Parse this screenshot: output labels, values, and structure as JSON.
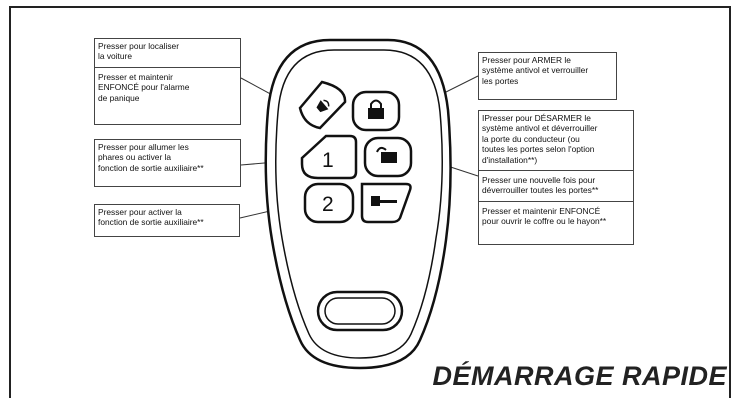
{
  "callouts": {
    "locate": {
      "line1": "Presser pour localiser\nla voiture",
      "line2": "Presser et maintenir\nENFONCÉ pour l'alarme\nde panique"
    },
    "lights": "Presser pour allumer les\nphares ou activer la\nfonction de sortie auxiliaire**",
    "aux": "Presser pour activer la\nfonction de sortie auxiliaire**",
    "arm": "Presser pour ARMER le\nsystème antivol et verrouiller\nles portes",
    "disarm": {
      "line1": "IPresser pour DÉSARMER le\nsystème antivol et déverrouiller\nla porte du conducteur (ou\ntoutes les portes selon l'option\nd'installation**)",
      "line2": "Presser une nouvelle fois pour\ndéverrouiller toutes les portes**",
      "line3": "Presser et maintenir ENFONCÉ\npour ouvrir le coffre ou le hayon**"
    }
  },
  "buttons": {
    "one": "1",
    "two": "2"
  },
  "icons": [
    "horn-icon",
    "lock-icon",
    "unlock-icon",
    "trunk-icon"
  ],
  "title": "DÉMARRAGE RAPIDE"
}
